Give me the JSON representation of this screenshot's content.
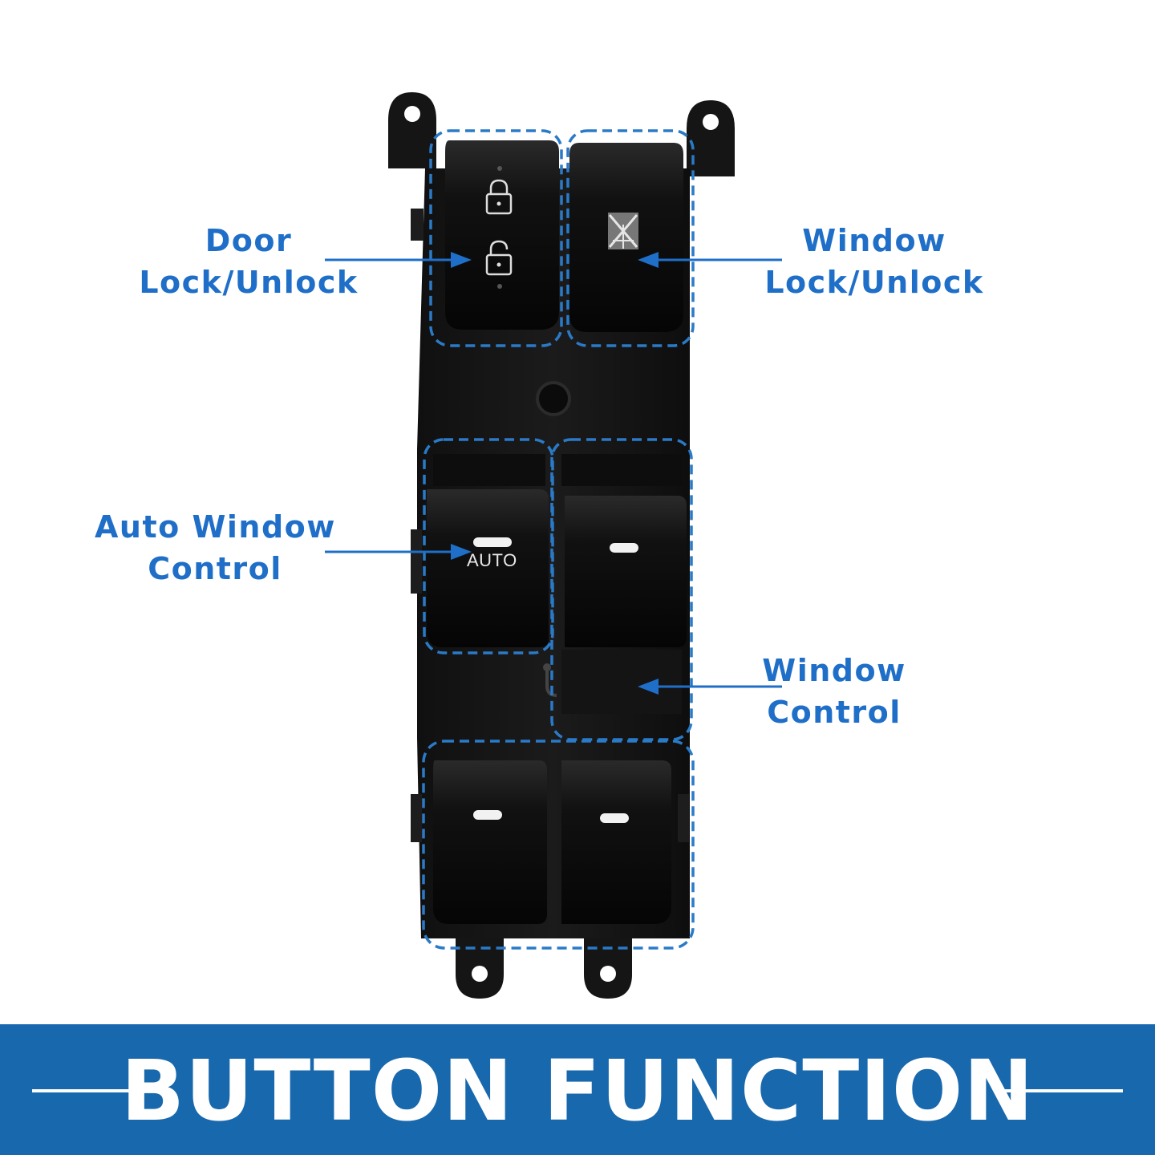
{
  "callouts": {
    "door_lock": [
      "Door",
      "Lock/Unlock"
    ],
    "window_lock": [
      "Window",
      "Lock/Unlock"
    ],
    "auto_window": [
      "Auto Window",
      "Control"
    ],
    "window_control": [
      "Window",
      "Control"
    ]
  },
  "button_label_auto": "AUTO",
  "footer_title": "BUTTON FUNCTION",
  "colors": {
    "accent": "#1f6fc8",
    "footer_bg": "#1868ad",
    "panel": "#141414",
    "button": "#0c0c0c"
  },
  "icons": [
    "lock-icon",
    "unlock-icon",
    "window-lock-icon",
    "child-safety-icon"
  ]
}
